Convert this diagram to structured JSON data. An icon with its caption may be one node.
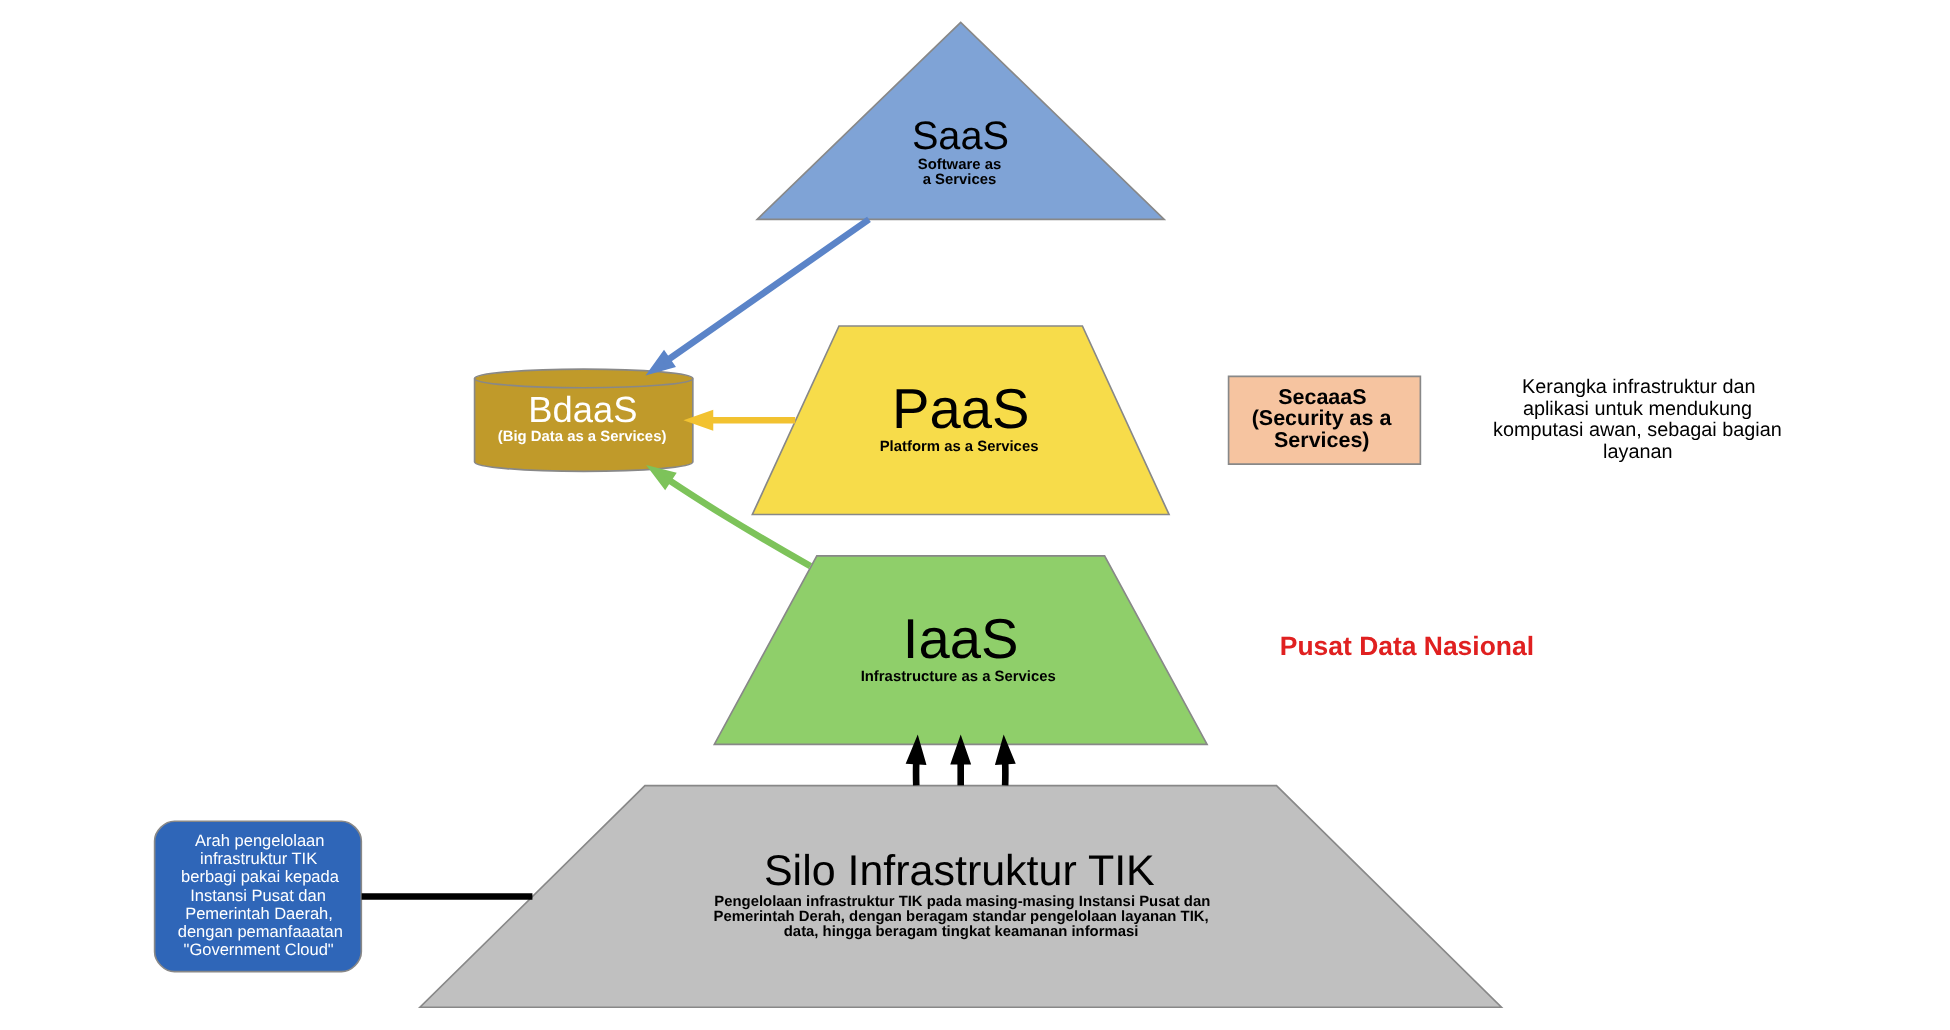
{
  "diagram": {
    "nodes": [
      {
        "text": [
          "BdaaS",
          "(Big Data as a Services)"
        ]
      },
      {
        "text": [
          "SaaS",
          "Software as a Services"
        ]
      },
      {
        "text": [
          "PaaS",
          "Platform as a Services"
        ]
      },
      {
        "text": [
          "IaaS",
          "Infrastructure as a Services"
        ]
      },
      {
        "text": [
          "SecaaaS (Security as a Services)"
        ]
      },
      {
        "text": [
          "Silo Infrastruktur TIK",
          "Pengelolaan infrastruktur TIK pada masing-masing Instansi Pusat dan Pemerintah Derah, dengan beragam standar pengelolaan layanan TIK, data, hingga beragam tingkat keamanan informasi"
        ]
      },
      {
        "text": [
          "Arah pengelolaan infrastruktur TIK berbagi pakai kepada Instansi Pusat dan Pemerintah Daerah, dengan pemanfaaatan \"Government Cloud\""
        ]
      }
    ],
    "edges": [
      {
        "from": 1,
        "to": 0,
        "arrow": "to",
        "color": "#5b84c8"
      },
      {
        "from": 2,
        "to": 0,
        "arrow": "to",
        "color": "#f2c230"
      },
      {
        "from": 3,
        "to": 0,
        "arrow": "to",
        "color": "#7dc35a"
      },
      {
        "from": 5,
        "to": 3,
        "arrow": "to"
      },
      {
        "from": 5,
        "to": 3,
        "arrow": "to"
      },
      {
        "from": 5,
        "to": 3,
        "arrow": "to"
      },
      {
        "from": 6,
        "to": 5,
        "arrow": "none"
      }
    ],
    "labels": [
      "Kerangka infrastruktur dan aplikasi untuk mendukung komputasi awan, sebagai bagian layanan",
      "Pusat Data Nasional"
    ]
  }
}
